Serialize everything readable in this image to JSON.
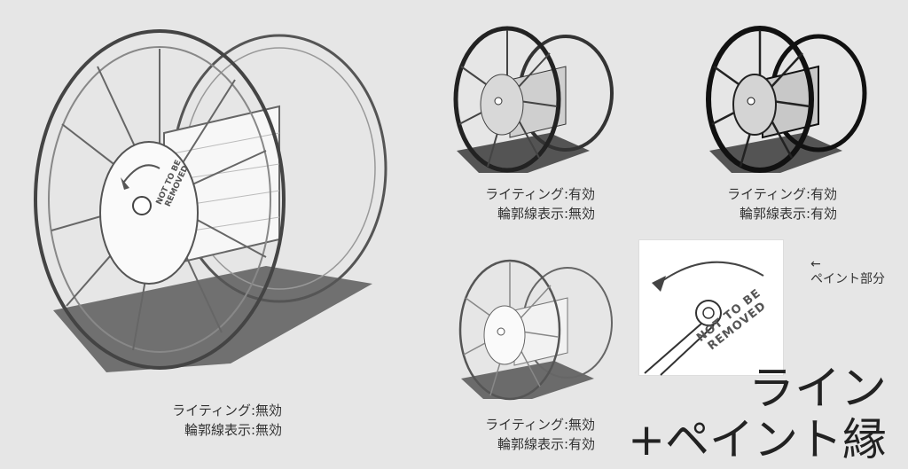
{
  "panels": [
    {
      "lighting": "ライティング:無効",
      "outline": "輪郭線表示:無効"
    },
    {
      "lighting": "ライティング:有効",
      "outline": "輪郭線表示:無効"
    },
    {
      "lighting": "ライティング:有効",
      "outline": "輪郭線表示:有効"
    },
    {
      "lighting": "ライティング:無効",
      "outline": "輪郭線表示:有効"
    }
  ],
  "reel_stamp": {
    "line1": "NOT TO BE",
    "line2": "REMOVED"
  },
  "inset_note": {
    "arrow": "←",
    "text": "ペイント部分"
  },
  "headline": {
    "line1": "ライン",
    "line2": "+ペイント縁"
  }
}
